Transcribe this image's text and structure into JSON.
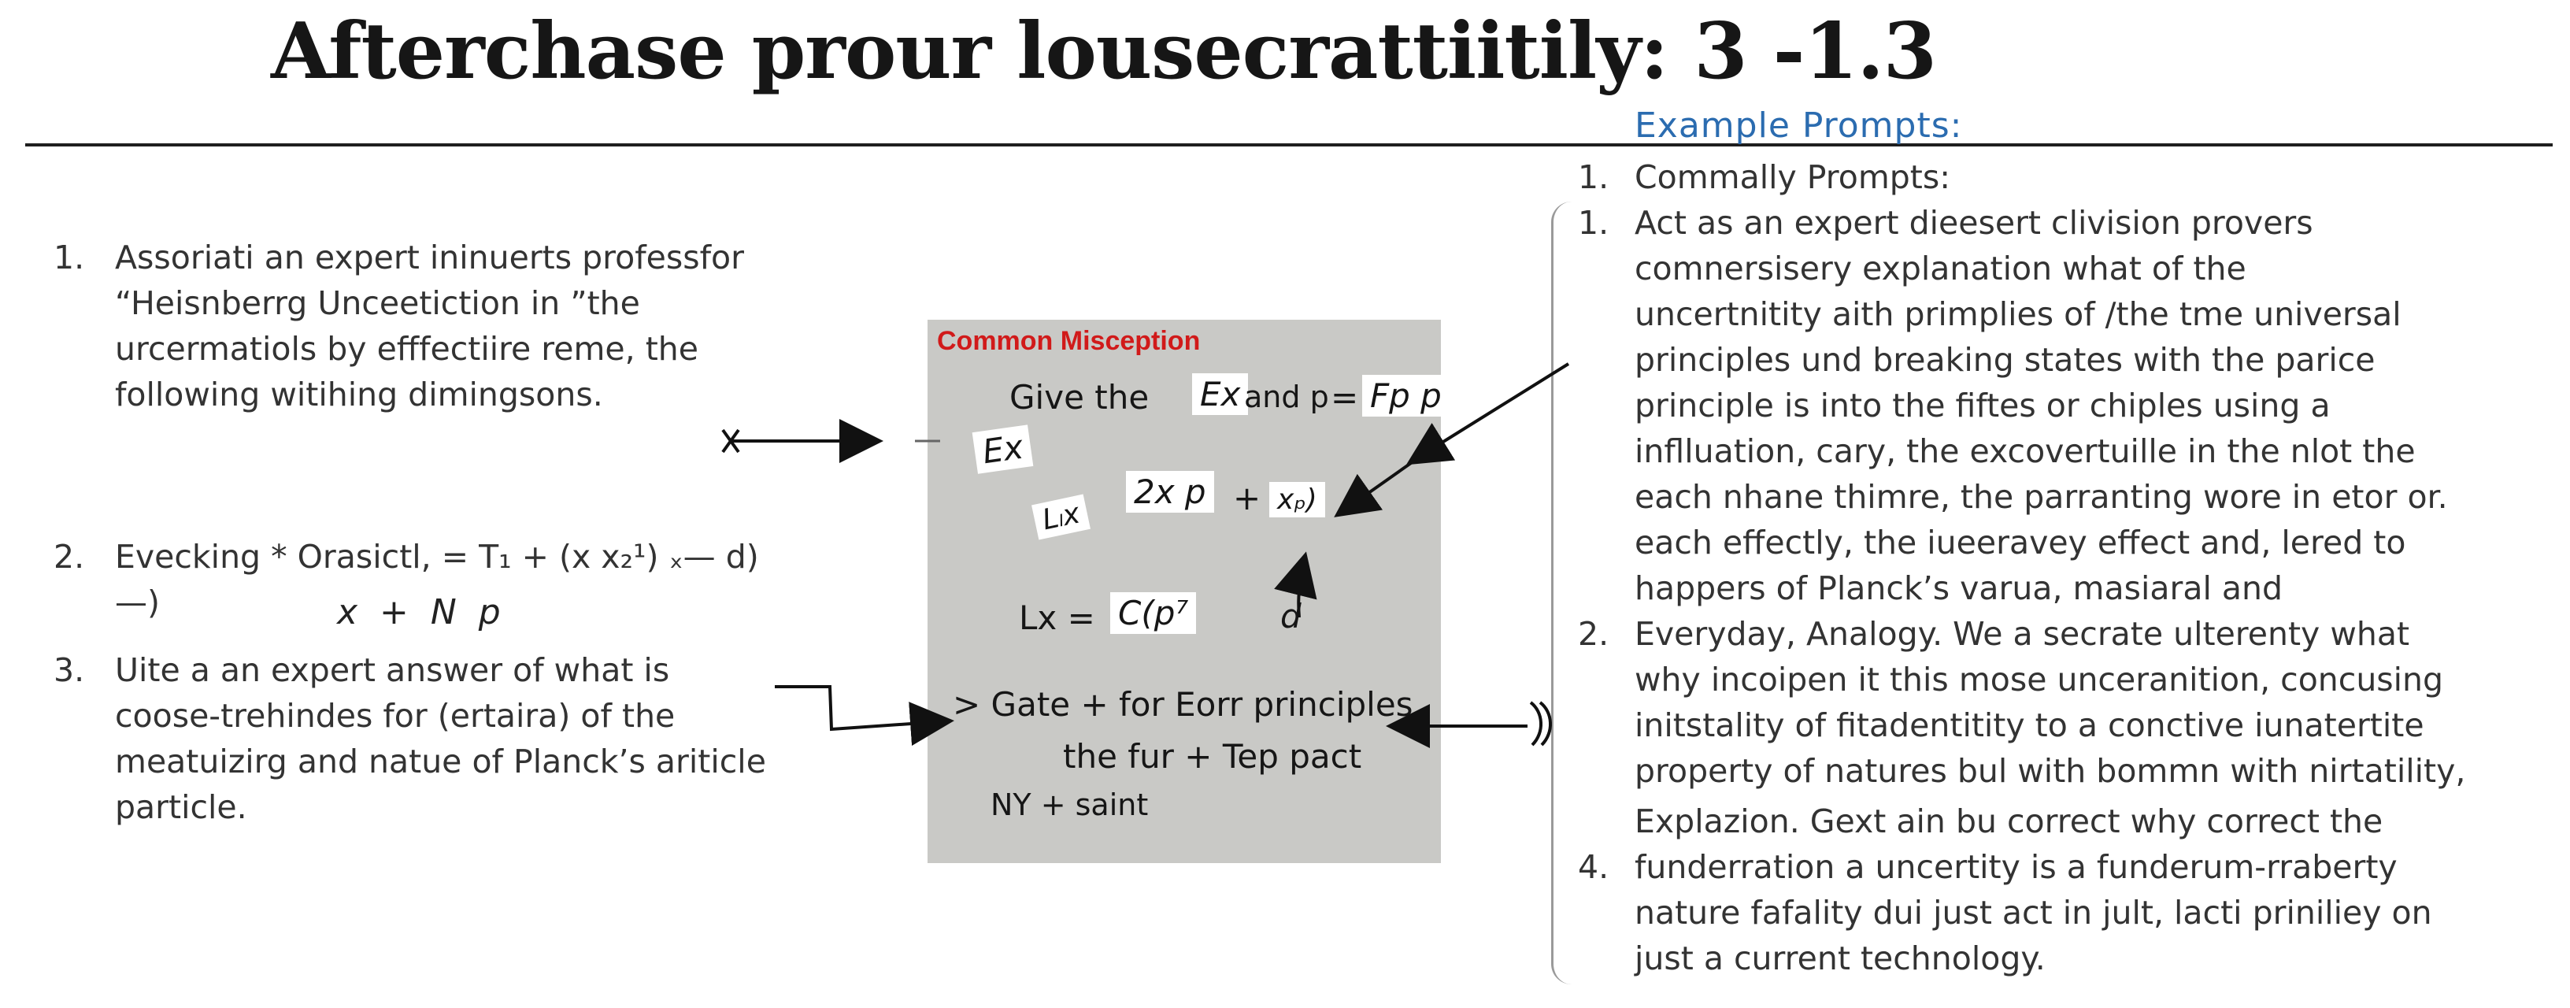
{
  "title": "Afterchase prour lousecrattiitily: 3 -1.3",
  "example_heading": "Example Prompts:",
  "left_items": [
    {
      "num": "1.",
      "text": "Assoriati an expert ininuerts professfor\n“Heisnberrg Unceetiction in ”the\nurcermatiols by efffectiire reme, the\nfollowing witihing dimingsons."
    },
    {
      "num": "2.",
      "text": "Evecking * Orasictl, = T₁ + (x x₂¹) ₓ— d)\n                                        —)"
    },
    {
      "num": "3.",
      "text": "Uite a an expert answer of what is\ncoose-trehindes for (ertaira) of the\nmeatuizirg and natue of Planck’s ariticle\nparticle."
    }
  ],
  "formula_line": "x  +  N  p",
  "right_items": [
    {
      "num": "1.",
      "text": "Commally Prompts:"
    },
    {
      "num": "1.",
      "text": "Act as an expert dieesert clivision provers\ncomnersisery explanation what of the\nuncertnitity aith primplies of /the tme universal\nprinciples und breaking states with the parice\nprinciple is into the fiftes or chiples using a\ninflluation, cary, the excovertuille in the nlot the\neach nhane thimre, the parranting wore in etor or.\neach effectly, the iueeravey effect and, lered to\nhappers of Planck’s varua, masiaral and"
    },
    {
      "num": "2.",
      "text": "Everyday, Analogy. We a secrate ulterenty what\nwhy incoipen it this mose unceranition, concusing\ninitstality of fitadentitity to a conctive iunatertite\nproperty of natures bul with bommn with nirtatility,"
    },
    {
      "num": "",
      "text": "Explazion. Gext ain bu correct why correct the"
    },
    {
      "num": "4.",
      "text": "funderration a uncertity is a funderum-rraberty\nnature fafality dui just act in jult, lacti priniliey on\njust a current technology."
    }
  ],
  "board": {
    "label": "Common Misception",
    "give_the": "Give the",
    "card_ex": "Ex",
    "and_p": "and p",
    "equals": "=",
    "card_fp": "Fp p",
    "card_ex2": "Ex",
    "card_lx": "Lₗx",
    "card_2xp": "2x p",
    "plus": "+",
    "card_xp": "xₚ)",
    "lx_eq": "Lx =",
    "card_cp": "C(p⁷",
    "d_mark": "d",
    "gate_line": "> Gate + for Eorr principles",
    "fur_line": "the  fur + Tep pact",
    "ny_line": "NY    + saint"
  },
  "colors": {
    "accent": "#2b6cb0",
    "label_red": "#d11a1a",
    "board_bg": "#c9c9c6"
  }
}
